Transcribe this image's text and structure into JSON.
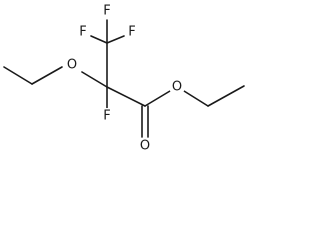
{
  "atoms": {
    "f_top_left": "F",
    "f_top_center": "F",
    "f_top_right": "F",
    "f_alpha": "F",
    "o_ether": "O",
    "o_carbonyl": "O",
    "o_ester": "O"
  }
}
